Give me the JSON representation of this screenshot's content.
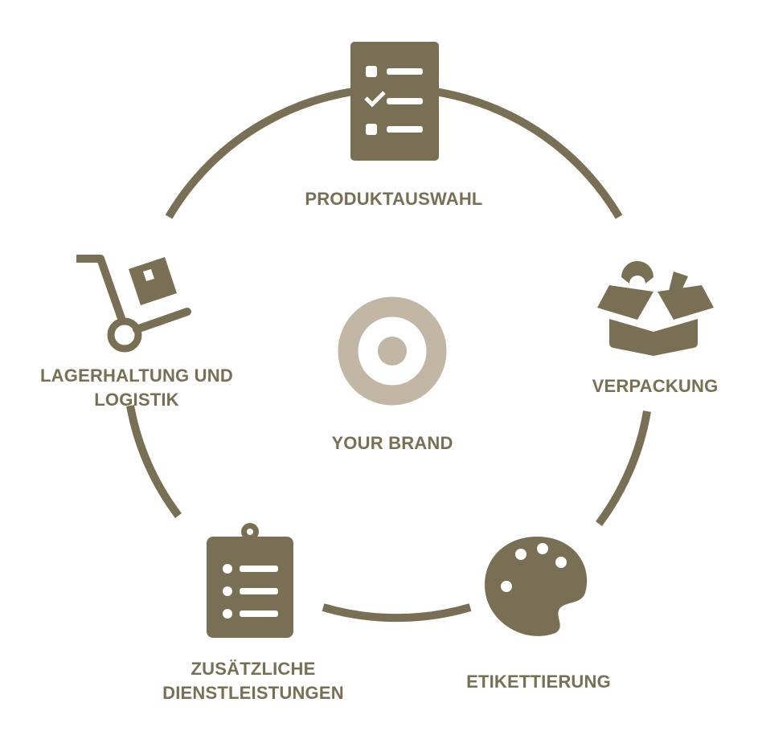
{
  "colors": {
    "primary": "#786f54",
    "brand": "#c1b7a4"
  },
  "center": {
    "label": "YOUR BRAND",
    "icon": "target-icon"
  },
  "steps": [
    {
      "label": "PRODUKTAUSWAHL",
      "icon": "checklist-icon"
    },
    {
      "label": "VERPACKUNG",
      "icon": "open-box-icon"
    },
    {
      "label": "ETIKETTIERUNG",
      "icon": "palette-icon"
    },
    {
      "label_line1": "ZUSÄTZLICHE",
      "label_line2": "DIENSTLEISTUNGEN",
      "icon": "clipboard-icon"
    },
    {
      "label_line1": "LAGERHALTUNG UND",
      "label_line2": "LOGISTIK",
      "icon": "hand-truck-icon"
    }
  ]
}
